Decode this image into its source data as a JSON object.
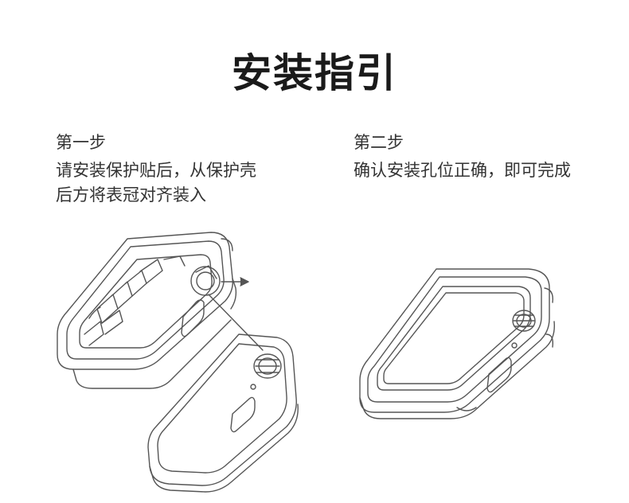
{
  "title": "安装指引",
  "steps": [
    {
      "heading": "第一步",
      "lines": [
        "请安装保护贴后，从保护壳",
        "后方将表冠对齐装入"
      ]
    },
    {
      "heading": "第二步",
      "lines": [
        "确认安装孔位正确，即可完成"
      ]
    }
  ],
  "colors": {
    "text": "#333333",
    "title": "#1a1a1a",
    "line_art": "#555555"
  }
}
